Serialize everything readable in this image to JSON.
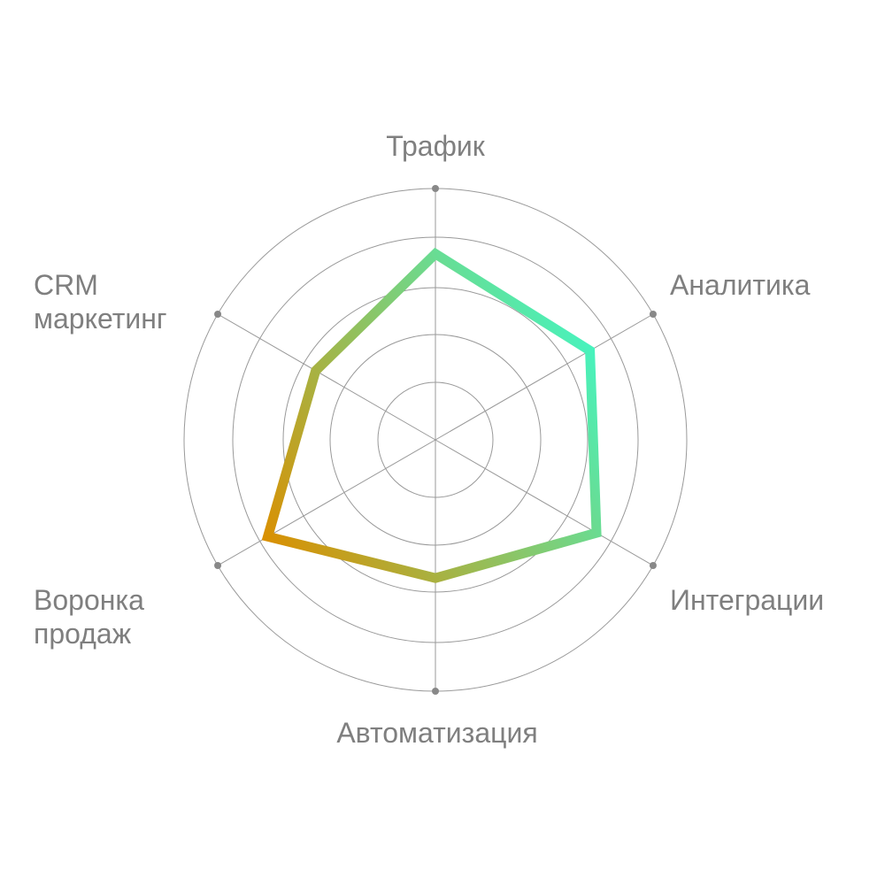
{
  "chart_data": {
    "type": "radar",
    "title": "",
    "axes": [
      "Трафик",
      "Аналитика",
      "Интеграции",
      "Автоматизация",
      "Воронка продаж",
      "CRM маркетинг"
    ],
    "axis_label_lines": [
      [
        "Трафик"
      ],
      [
        "Аналитика"
      ],
      [
        "Интеграции"
      ],
      [
        "Автоматизация"
      ],
      [
        "Воронка",
        "продаж"
      ],
      [
        "CRM",
        "маркетинг"
      ]
    ],
    "series": [
      {
        "name": "",
        "values": [
          74,
          71,
          74,
          55,
          77,
          55
        ]
      }
    ],
    "range": [
      0,
      100
    ],
    "rings": 5,
    "grid": true,
    "colors": {
      "gradient_start": "#DB8F00",
      "gradient_end": "#44F5C2",
      "grid": "#999999",
      "label": "#7f7f7f"
    }
  }
}
